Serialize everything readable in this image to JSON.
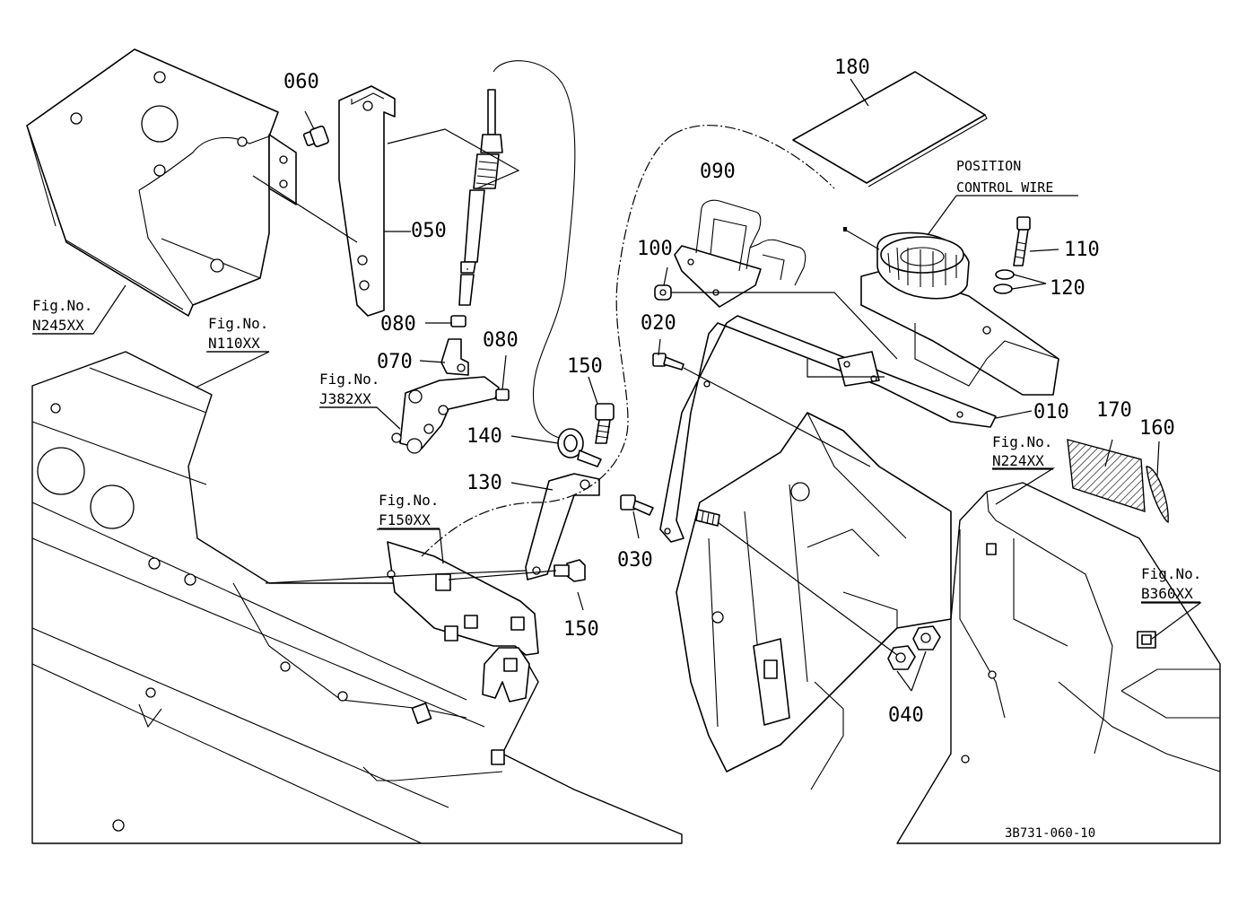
{
  "diagram": {
    "drawing_code": "3B731-060-10",
    "note_position_control_wire": [
      "POSITION",
      "CONTROL WIRE"
    ],
    "part_numbers": {
      "p010": "010",
      "p020": "020",
      "p030": "030",
      "p040": "040",
      "p050": "050",
      "p060": "060",
      "p070": "070",
      "p080a": "080",
      "p080b": "080",
      "p090": "090",
      "p100": "100",
      "p110": "110",
      "p120": "120",
      "p130": "130",
      "p140": "140",
      "p150a": "150",
      "p150b": "150",
      "p160": "160",
      "p170": "170",
      "p180": "180"
    },
    "figure_refs": [
      {
        "key": "n245",
        "label": "Fig.No.",
        "code": "N245XX"
      },
      {
        "key": "n110",
        "label": "Fig.No.",
        "code": "N110XX"
      },
      {
        "key": "j382",
        "label": "Fig.No.",
        "code": "J382XX"
      },
      {
        "key": "f150",
        "label": "Fig.No.",
        "code": "F150XX"
      },
      {
        "key": "n224",
        "label": "Fig.No.",
        "code": "N224XX"
      },
      {
        "key": "b360",
        "label": "Fig.No.",
        "code": "B360XX"
      }
    ]
  }
}
